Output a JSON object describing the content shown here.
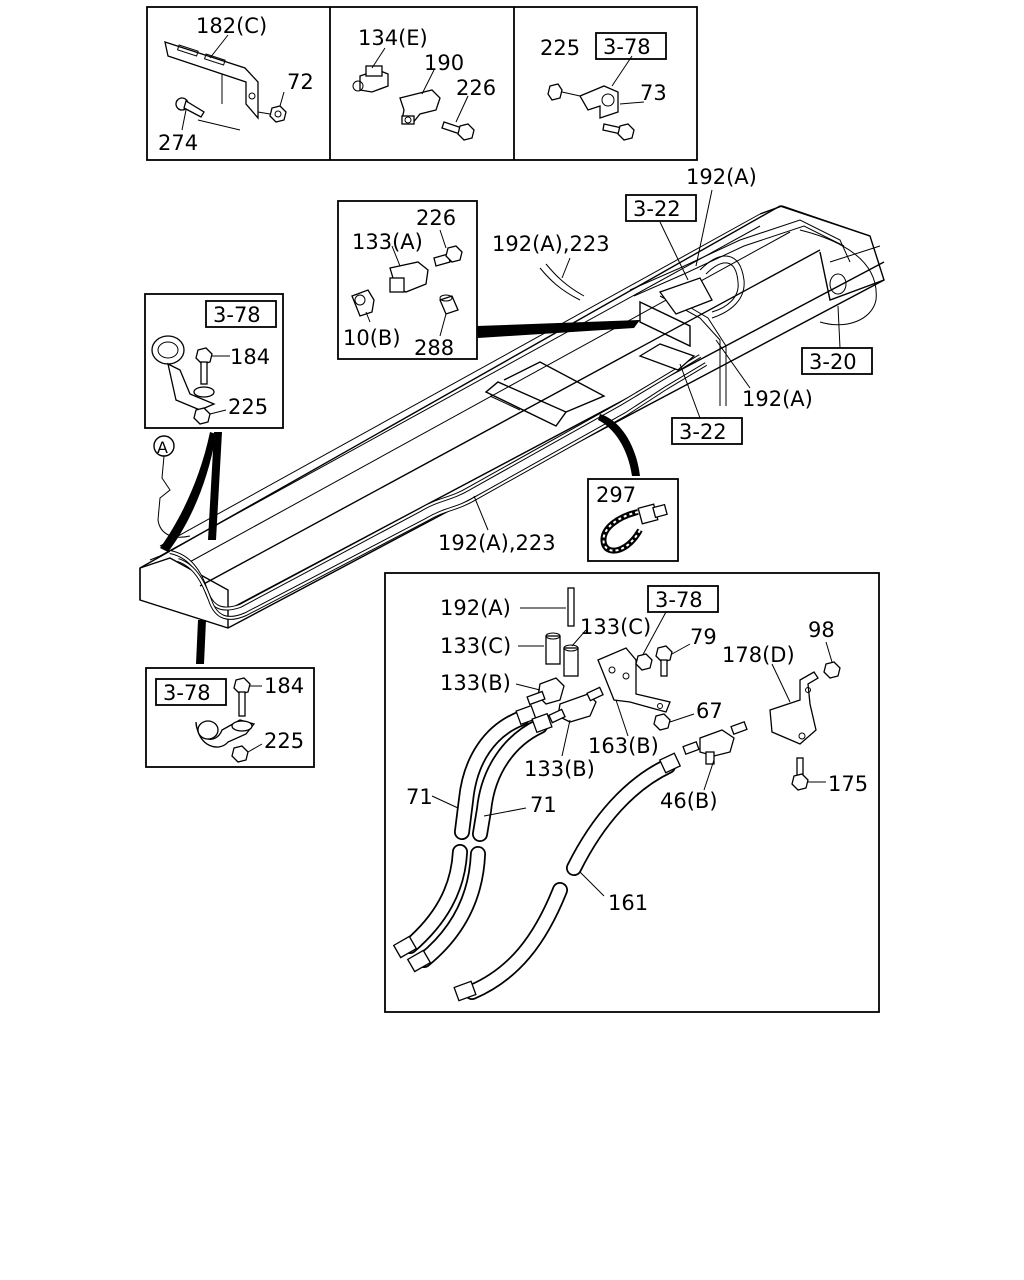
{
  "diagram": {
    "labels": {
      "p182c": "182(C)",
      "p72": "72",
      "p274": "274",
      "p134e": "134(E)",
      "p190": "190",
      "p226a": "226",
      "p225a": "225",
      "ref378a": "3-78",
      "p73": "73",
      "p192a_top": "192(A)",
      "ref322a": "3-22",
      "p226b": "226",
      "p133a": "133(A)",
      "p192a223_top": "192(A),223",
      "p10b": "10(B)",
      "p288": "288",
      "ref320": "3-20",
      "p192a_mid": "192(A)",
      "ref322b": "3-22",
      "ref378b": "3-78",
      "p184a": "184",
      "p225b": "225",
      "callout_a": "A",
      "p297": "297",
      "p192a223_bot": "192(A),223",
      "ref378c": "3-78",
      "p184b": "184",
      "p225c": "225",
      "p192a_det": "192(A)",
      "ref378d": "3-78",
      "p133c_l": "133(C)",
      "p133c_r": "133(C)",
      "p79": "79",
      "p98": "98",
      "p178d": "178(D)",
      "p133b_l": "133(B)",
      "p67": "67",
      "p163b": "163(B)",
      "p133b_b": "133(B)",
      "p46b": "46(B)",
      "p175": "175",
      "p71a": "71",
      "p71b": "71",
      "p161": "161"
    }
  }
}
